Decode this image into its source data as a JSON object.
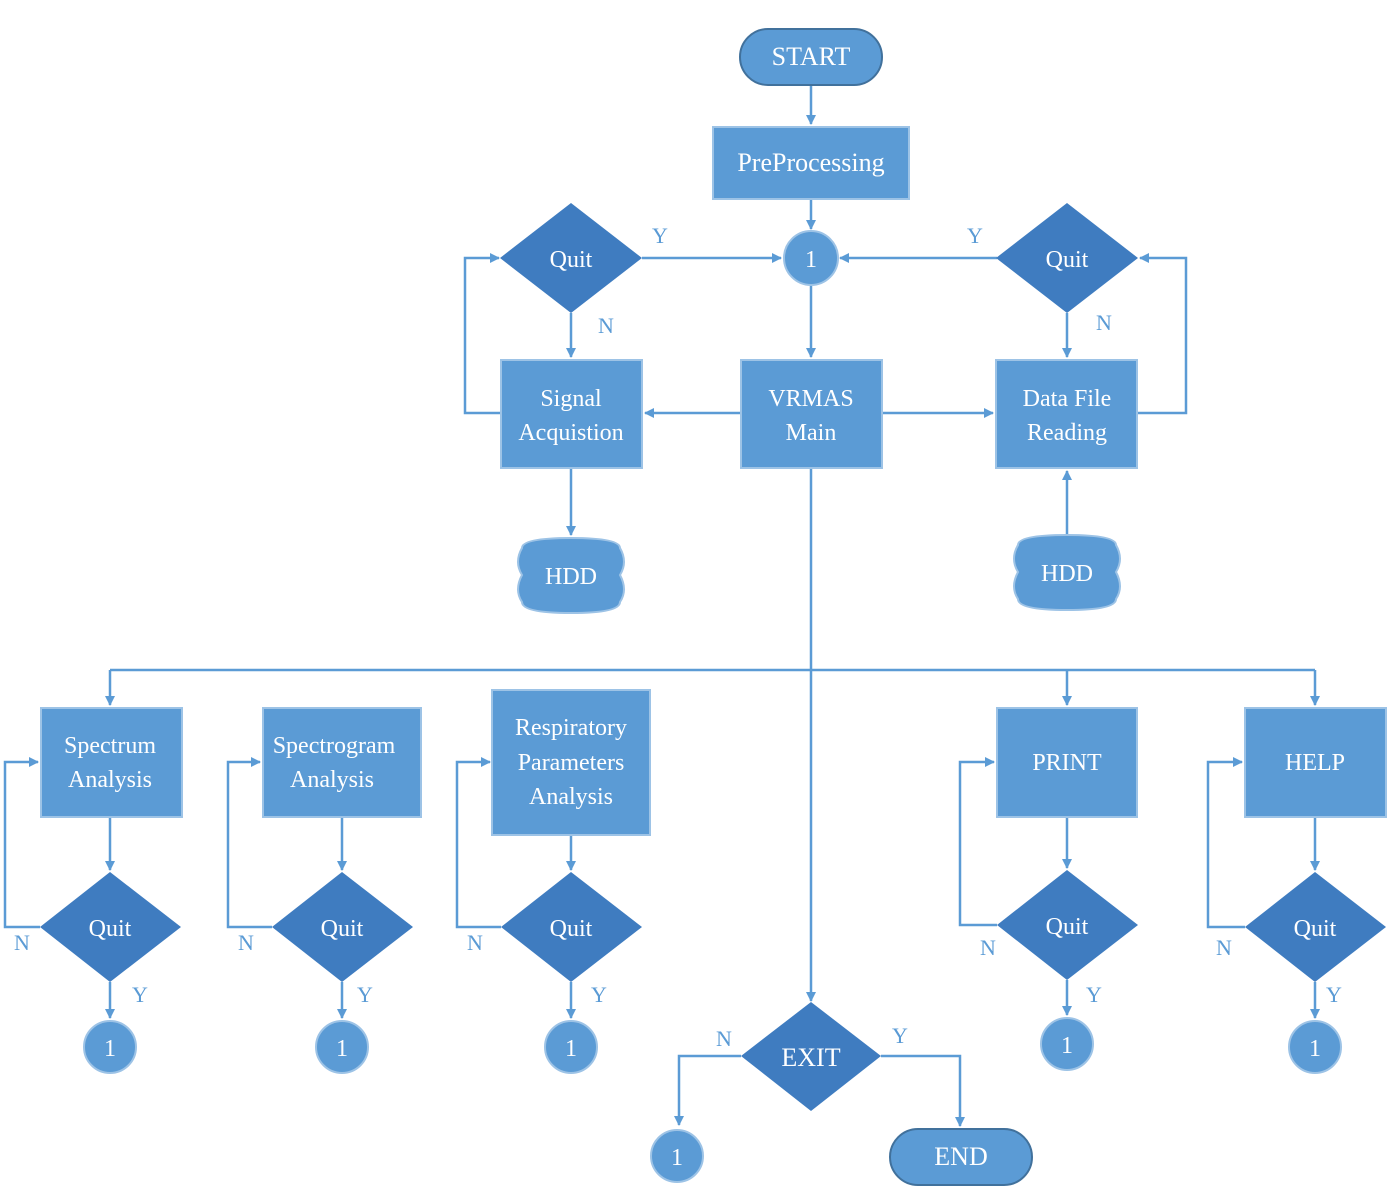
{
  "colors": {
    "fill": "#5b9bd5",
    "border": "#41719c",
    "line": "#5b9bd5",
    "text": "#ffffff",
    "label": "#5b9bd5"
  },
  "nodes": {
    "start": "START",
    "preprocessing": "PreProcessing",
    "connector_top": "1",
    "quit_left": "Quit",
    "quit_right": "Quit",
    "signal_line1": "Signal",
    "signal_line2": "Acquistion",
    "main_line1": "VRMAS",
    "main_line2": "Main",
    "datafile_line1": "Data File",
    "datafile_line2": "Reading",
    "hdd_left": "HDD",
    "hdd_right": "HDD",
    "spectrum_line1": "Spectrum",
    "spectrum_line2": "Analysis",
    "spectrogram_line1": "Spectrogram",
    "spectrogram_line2": "Analysis",
    "resp_line1": "Respiratory",
    "resp_line2": "Parameters",
    "resp_line3": "Analysis",
    "print": "PRINT",
    "help": "HELP",
    "quit_spectrum": "Quit",
    "quit_spectrogram": "Quit",
    "quit_resp": "Quit",
    "quit_print": "Quit",
    "quit_help": "Quit",
    "conn_spectrum": "1",
    "conn_spectrogram": "1",
    "conn_resp": "1",
    "conn_print": "1",
    "conn_help": "1",
    "exit": "EXIT",
    "conn_exit": "1",
    "end": "END"
  },
  "labels": {
    "yes": "Y",
    "no": "N"
  }
}
